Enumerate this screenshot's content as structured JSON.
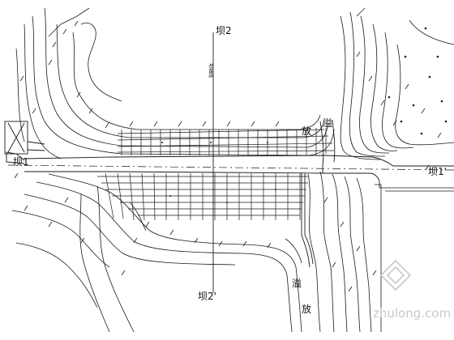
{
  "labels": {
    "dam_axis_1_left": "坝1",
    "dam_axis_1_right": "坝1'",
    "dam_axis_2_top": "坝2",
    "dam_axis_2_bottom": "坝2'",
    "spillway_top_1": "溢",
    "spillway_top_2": "放",
    "spillway_bottom_1": "溢",
    "spillway_bottom_2": "放",
    "vertical_axis_note": "坝轴线"
  },
  "watermark": {
    "text": "zhulong.com"
  },
  "colors": {
    "line": "#1a1a1a",
    "watermark": "#c9c9c9",
    "background": "#ffffff"
  }
}
